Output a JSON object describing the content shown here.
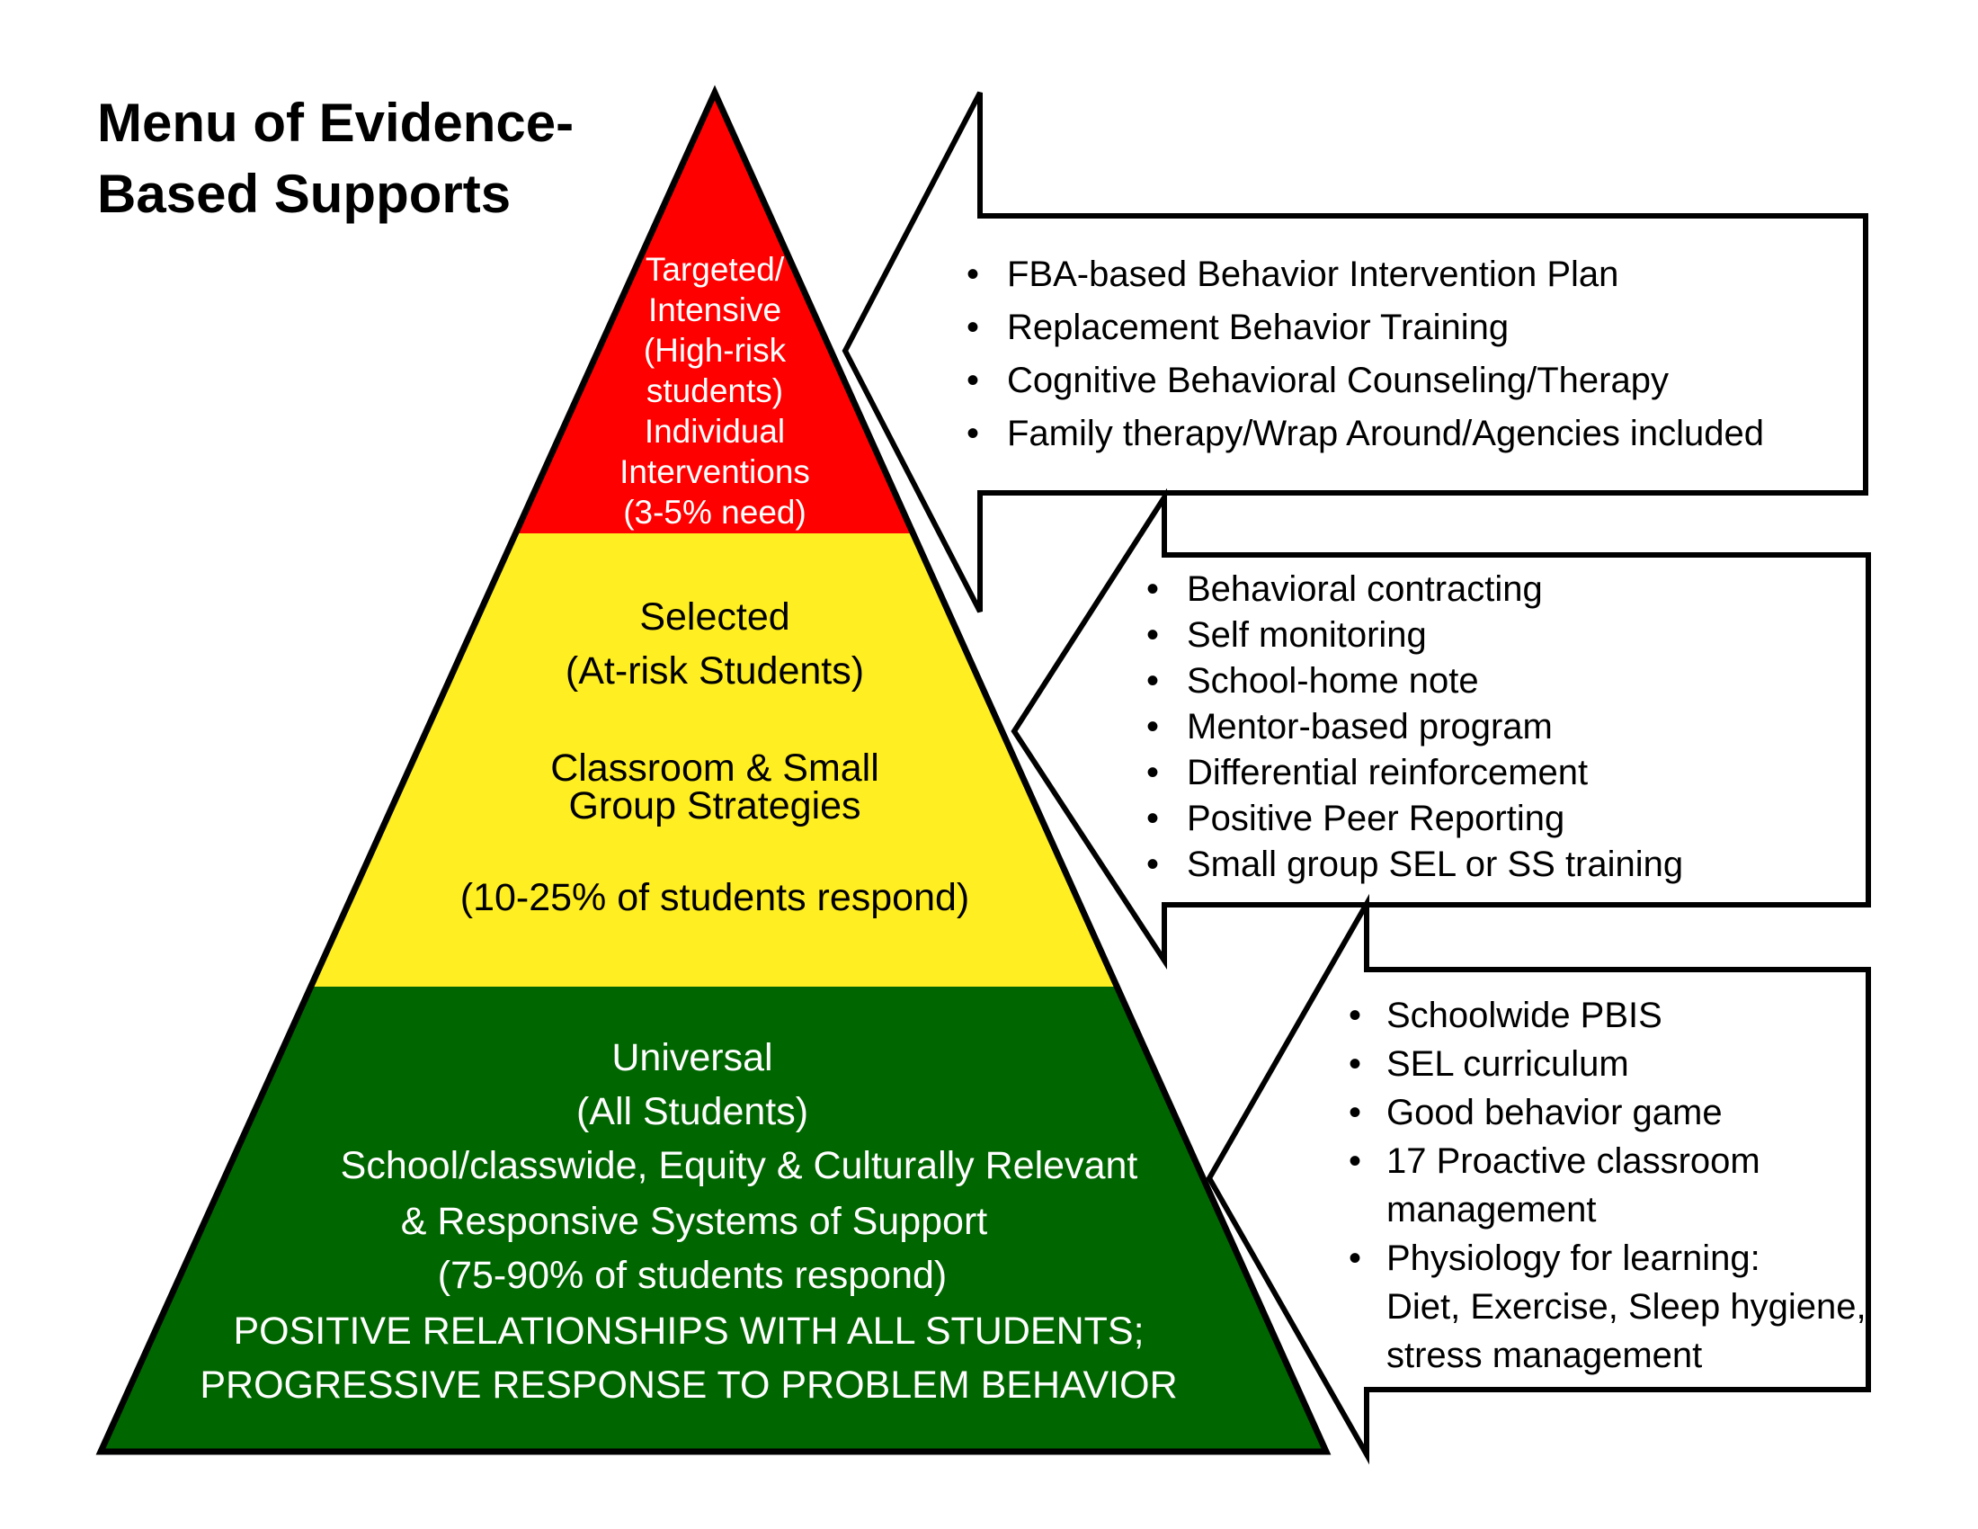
{
  "title": {
    "line1": "Menu of Evidence-",
    "line2": "Based Supports"
  },
  "colors": {
    "tier1": "#ff0000",
    "tier2": "#ffee22",
    "tier3": "#006600",
    "outline": "#000000",
    "text_light": "#ffffff",
    "text_dark": "#000000"
  },
  "pyramid": {
    "top": {
      "lines": [
        "Targeted/",
        "Intensive",
        "(High-risk",
        "students)",
        "Individual",
        "Interventions",
        "(3-5% need)"
      ]
    },
    "middle": {
      "lines": [
        "Selected",
        "(At-risk Students)",
        "Classroom & Small",
        "Group Strategies",
        "(10-25% of students respond)"
      ]
    },
    "bottom": {
      "lines": [
        "Universal",
        "(All Students)",
        "School/classwide, Equity & Culturally Relevant",
        "& Responsive Systems of Support",
        "(75-90% of students respond)",
        "POSITIVE RELATIONSHIPS WITH ALL STUDENTS;",
        "PROGRESSIVE RESPONSE TO PROBLEM BEHAVIOR"
      ]
    }
  },
  "callouts": {
    "top": {
      "items": [
        "FBA-based Behavior Intervention Plan",
        "Replacement Behavior Training",
        "Cognitive Behavioral Counseling/Therapy",
        "Family therapy/Wrap Around/Agencies included"
      ]
    },
    "middle": {
      "items": [
        "Behavioral contracting",
        "Self monitoring",
        "School-home note",
        "Mentor-based program",
        "Differential reinforcement",
        "Positive Peer Reporting",
        "Small group SEL or SS training"
      ]
    },
    "bottom": {
      "items": [
        "Schoolwide PBIS",
        "SEL curriculum",
        "Good behavior game",
        "17 Proactive classroom management",
        "Physiology for learning: Diet, Exercise, Sleep hygiene, stress management"
      ],
      "display_lines": [
        [
          "Schoolwide PBIS"
        ],
        [
          "SEL curriculum"
        ],
        [
          "Good behavior game"
        ],
        [
          "17 Proactive classroom",
          "management"
        ],
        [
          "Physiology for learning:",
          "Diet, Exercise, Sleep hygiene,",
          "stress management"
        ]
      ]
    }
  }
}
